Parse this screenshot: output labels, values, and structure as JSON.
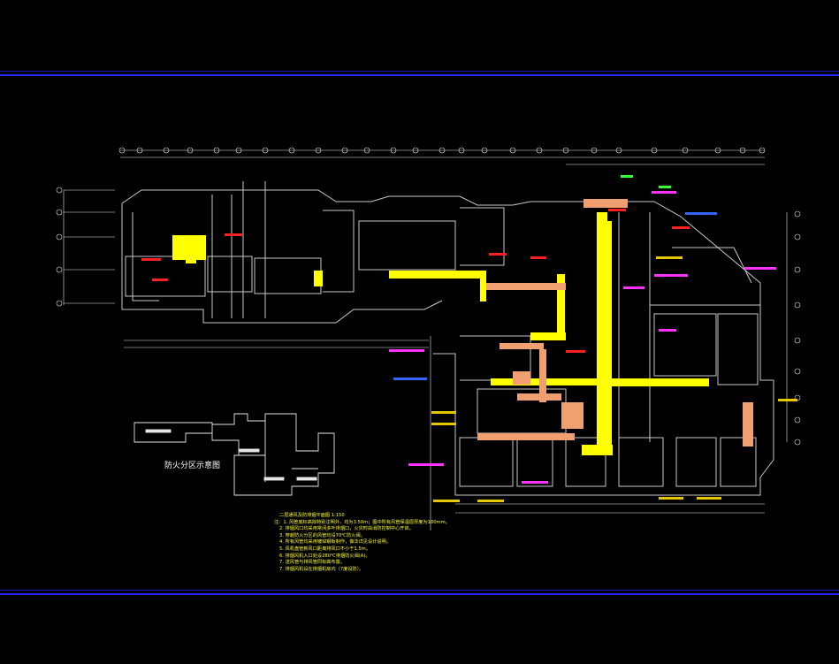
{
  "drawing": {
    "zoning_diagram_title": "防火分区示意图",
    "notes_title": "二层通风及防排烟平面图 1:150",
    "notes": [
      "注：1. 风管底标高除特别注明外，均为3.50m；图中所有风管保温层厚度为100mm。",
      "2. 排烟风口均采用常闭多叶排烟口，火灾时由消防控制中心开启。",
      "3. 穿越防火分区的风管均设70℃防火阀。",
      "4. 所有风管均采用镀锌钢板制作，做法详见设计说明。",
      "5. 风机盘管新风口距离排风口不小于1.5m。",
      "6. 排烟风机入口处设280℃排烟防火阀(A)。",
      "7. 送风管与排风管同标高布置。",
      "7. 排烟风机设在排烟机房内（7度设防）。"
    ],
    "colors": {
      "background": "#000000",
      "frame_blue": "#2424ff",
      "duct_yellow": "#ffff00",
      "duct_salmon": "#f0a070",
      "wall_grey": "#c8c8c8",
      "tag_red": "#ff2020",
      "tag_magenta": "#ff33ff",
      "tag_green": "#33ff33",
      "tag_blue": "#3366ff",
      "dim_white": "#e6e6e6"
    }
  }
}
